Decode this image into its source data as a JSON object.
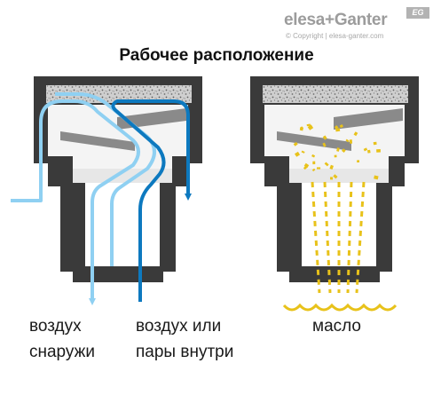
{
  "title": "Рабочее расположение",
  "logo": {
    "brand": "elesa+Ganter",
    "badge": "EG",
    "copyright": "© Copyright | elesa-ganter.com"
  },
  "labels": {
    "outside_air": [
      "воздух",
      "снаружи"
    ],
    "inside_air": [
      "воздух или",
      "пары внутри"
    ],
    "oil": [
      "масло"
    ]
  },
  "colors": {
    "body": "#3a3a3a",
    "interior": "#f4f4f4",
    "baffle": "#8a8a8a",
    "filter": "#d9d9d9",
    "outside_flow": "#8fd0f2",
    "inside_flow": "#0d79bf",
    "oil": "#e8c21a"
  },
  "icons": [
    "outside-air-arrow",
    "inside-air-arrow",
    "oil-droplet",
    "oil-wave"
  ]
}
